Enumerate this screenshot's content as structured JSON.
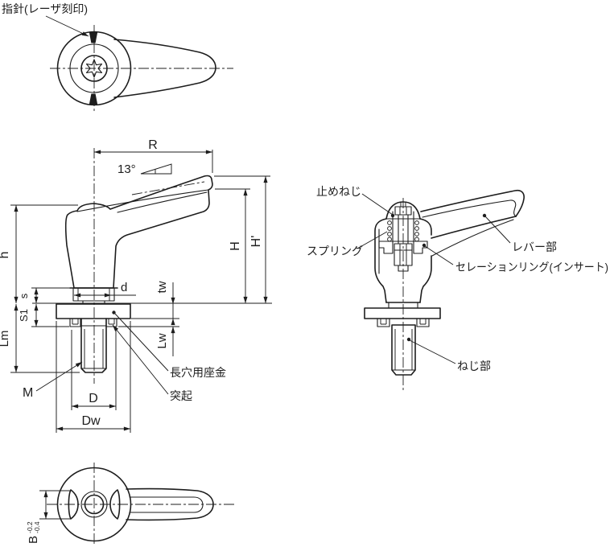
{
  "colors": {
    "line": "#1d1d1d",
    "background": "#ffffff"
  },
  "top_view": {
    "pointer_label": "指針(レーザ刻印)"
  },
  "front_view": {
    "dim_R": "R",
    "dim_angle": "13°",
    "dim_H_prime": "H'",
    "dim_H": "H",
    "dim_h": "h",
    "dim_s": "s",
    "dim_s1": "S1",
    "dim_Lm": "Lm",
    "dim_M": "M",
    "dim_d": "d",
    "dim_tw": "tw",
    "dim_Lw": "Lw",
    "dim_D": "D",
    "dim_Dw": "Dw",
    "callout_slot_washer": "長穴用座金",
    "callout_protrusion": "突起"
  },
  "section_view": {
    "callout_set_screw": "止めねじ",
    "callout_spring": "スプリング",
    "callout_lever": "レバー部",
    "callout_serration_ring": "セレーションリング(インサート)",
    "callout_thread": "ねじ部"
  },
  "bottom_view": {
    "dim_B": "B",
    "tolerance_upper": "-0.2",
    "tolerance_lower": "-0.4"
  }
}
